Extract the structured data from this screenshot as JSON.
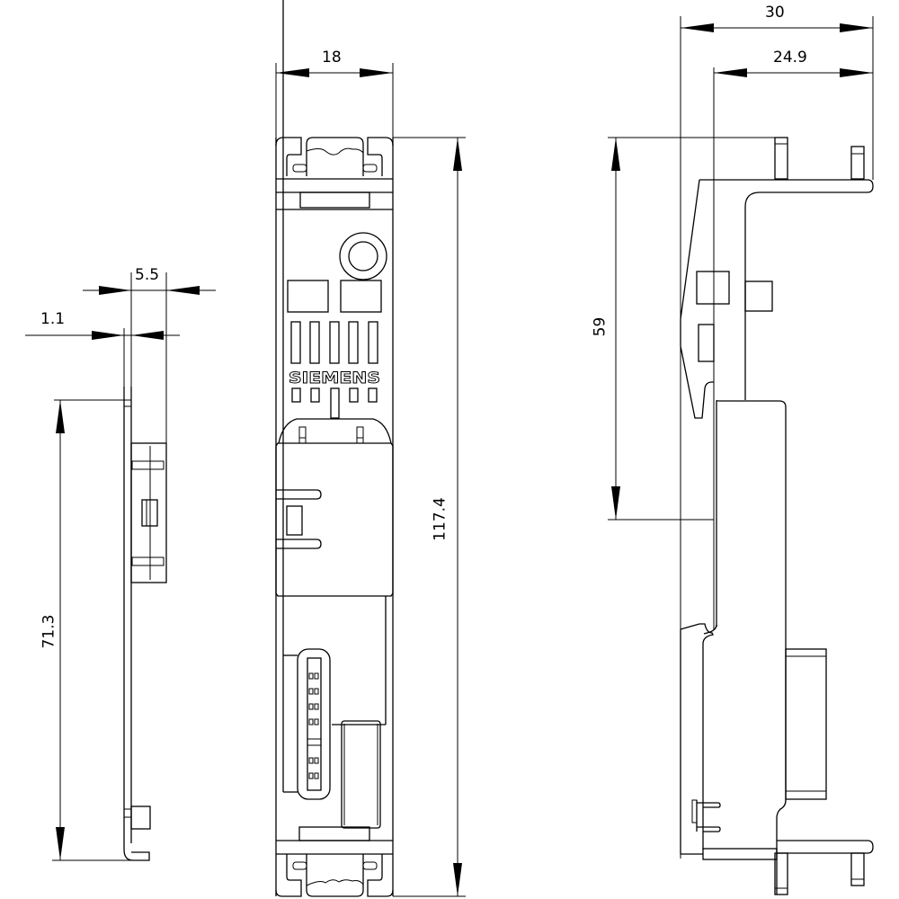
{
  "drawing": {
    "type": "orthographic technical drawing",
    "brand_label": "SIEMENS",
    "line_color": "#000000",
    "background": "#ffffff"
  },
  "views": {
    "side_left": {
      "dimensions": {
        "thickness_outer": "5.5",
        "thickness_plate": "1.1",
        "height": "71.3"
      }
    },
    "front": {
      "dimensions": {
        "width": "18",
        "height": "117.4"
      },
      "logo": "SIEMENS"
    },
    "side_right": {
      "dimensions": {
        "depth_total": "30",
        "depth_partial": "24.9",
        "height": "59"
      }
    }
  }
}
